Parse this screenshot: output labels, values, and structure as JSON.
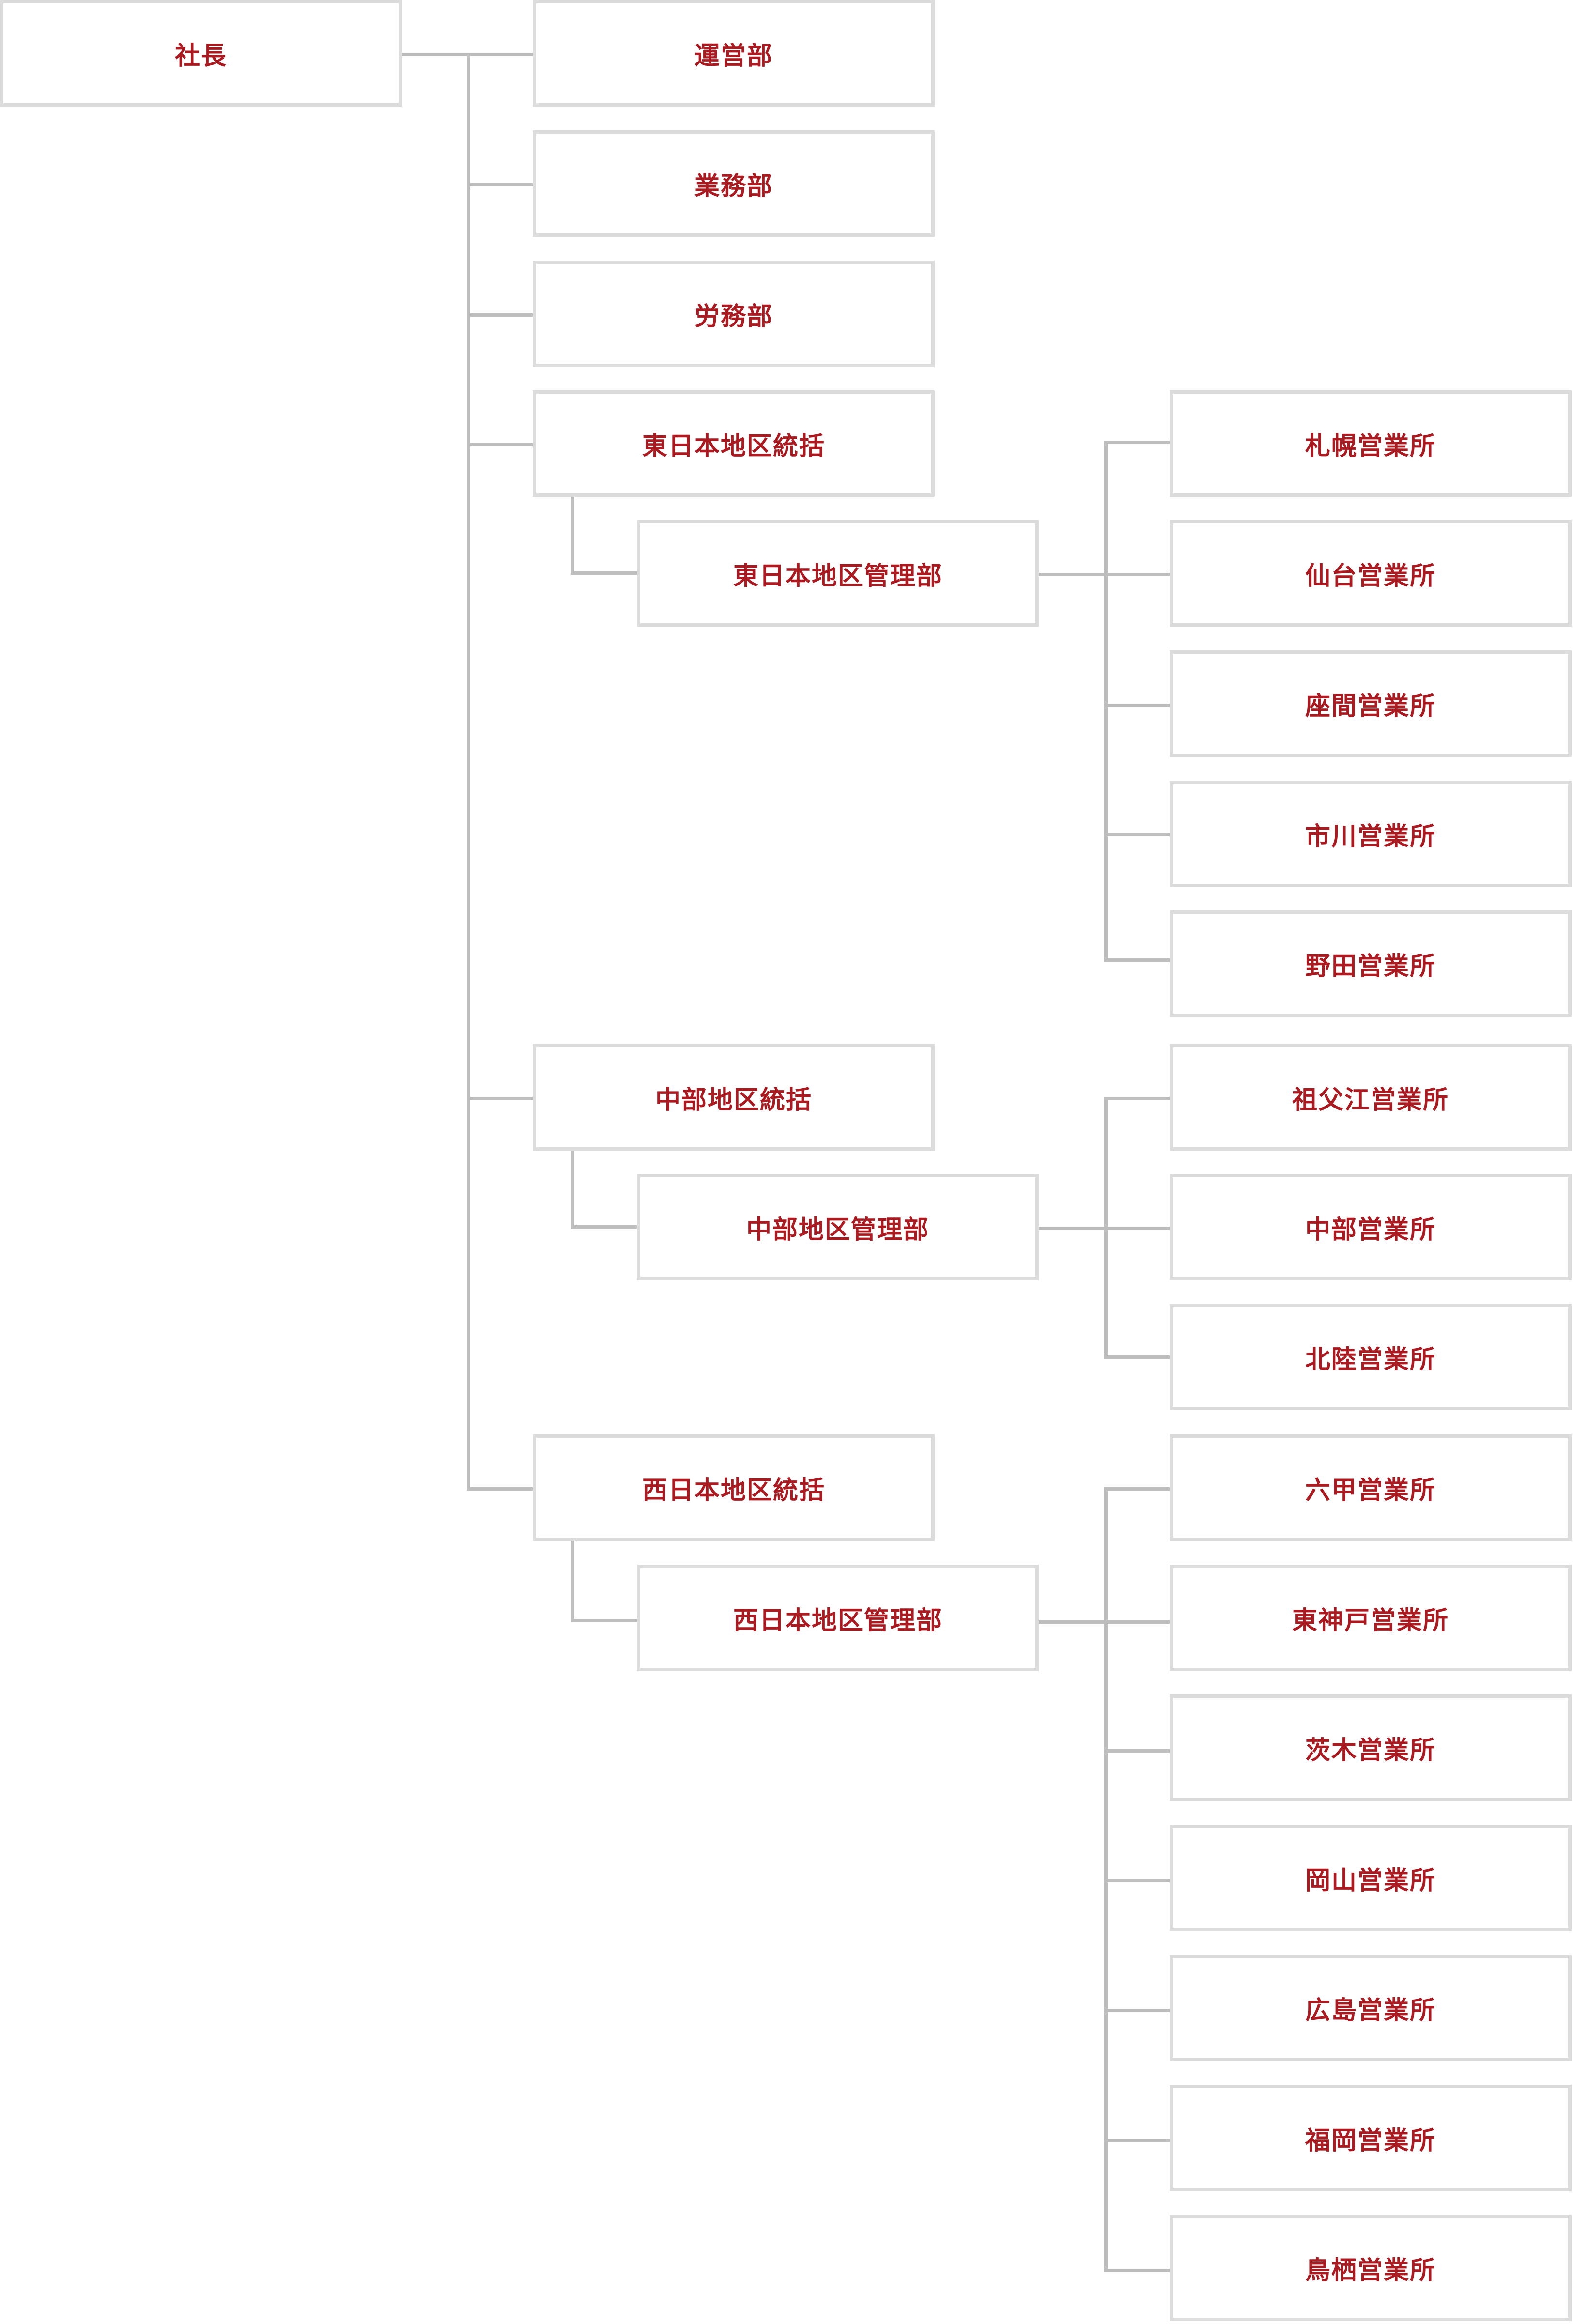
{
  "colors": {
    "text": "#a91b20",
    "box_border": "#dcdcdc",
    "connector": "#bdbdbd"
  },
  "org": {
    "root": "社長",
    "departments": [
      "運営部",
      "業務部",
      "労務部"
    ],
    "regions": [
      {
        "label": "東日本地区統括",
        "manager": "東日本地区管理部",
        "offices": [
          "札幌営業所",
          "仙台営業所",
          "座間営業所",
          "市川営業所",
          "野田営業所"
        ]
      },
      {
        "label": "中部地区統括",
        "manager": "中部地区管理部",
        "offices": [
          "祖父江営業所",
          "中部営業所",
          "北陸営業所"
        ]
      },
      {
        "label": "西日本地区統括",
        "manager": "西日本地区管理部",
        "offices": [
          "六甲営業所",
          "東神戸営業所",
          "茨木営業所",
          "岡山営業所",
          "広島営業所",
          "福岡営業所",
          "鳥栖営業所"
        ]
      }
    ]
  }
}
